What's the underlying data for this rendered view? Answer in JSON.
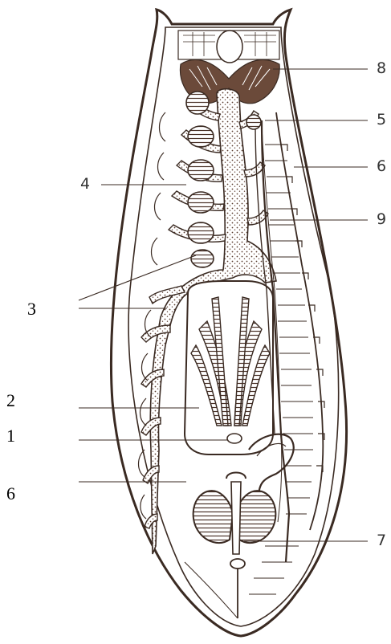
{
  "colors": {
    "ink": "#3a2a22",
    "fill": "#6b4a3a",
    "paper": "#ffffff",
    "labels": "#2e2e2e"
  },
  "labels": {
    "l8": "8",
    "l5": "5",
    "l6a": "6",
    "l4": "4",
    "l9": "9",
    "l3": "3",
    "l2": "2",
    "l1": "1",
    "l6b": "6",
    "l7": "7"
  }
}
